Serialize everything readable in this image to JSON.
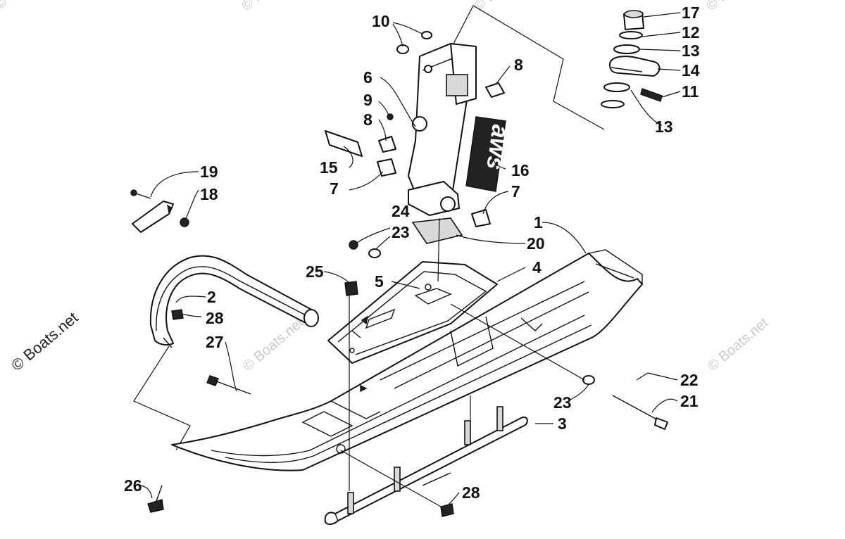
{
  "watermarks": {
    "side": "© Boats.net",
    "faint": "© Boats.net"
  },
  "logo_text": "aws",
  "callouts": [
    {
      "id": "c1",
      "number": "1"
    },
    {
      "id": "c2",
      "number": "2"
    },
    {
      "id": "c3",
      "number": "3"
    },
    {
      "id": "c4",
      "number": "4"
    },
    {
      "id": "c5",
      "number": "5"
    },
    {
      "id": "c6",
      "number": "6"
    },
    {
      "id": "c7a",
      "number": "7"
    },
    {
      "id": "c7b",
      "number": "7"
    },
    {
      "id": "c8a",
      "number": "8"
    },
    {
      "id": "c8b",
      "number": "8"
    },
    {
      "id": "c9",
      "number": "9"
    },
    {
      "id": "c10",
      "number": "10"
    },
    {
      "id": "c11",
      "number": "11"
    },
    {
      "id": "c12",
      "number": "12"
    },
    {
      "id": "c13a",
      "number": "13"
    },
    {
      "id": "c13b",
      "number": "13"
    },
    {
      "id": "c14",
      "number": "14"
    },
    {
      "id": "c15",
      "number": "15"
    },
    {
      "id": "c16",
      "number": "16"
    },
    {
      "id": "c17",
      "number": "17"
    },
    {
      "id": "c18",
      "number": "18"
    },
    {
      "id": "c19",
      "number": "19"
    },
    {
      "id": "c20",
      "number": "20"
    },
    {
      "id": "c21",
      "number": "21"
    },
    {
      "id": "c22",
      "number": "22"
    },
    {
      "id": "c23a",
      "number": "23"
    },
    {
      "id": "c23b",
      "number": "23"
    },
    {
      "id": "c24",
      "number": "24"
    },
    {
      "id": "c25",
      "number": "25"
    },
    {
      "id": "c26",
      "number": "26"
    },
    {
      "id": "c27",
      "number": "27"
    },
    {
      "id": "c28a",
      "number": "28"
    },
    {
      "id": "c28b",
      "number": "28"
    }
  ]
}
